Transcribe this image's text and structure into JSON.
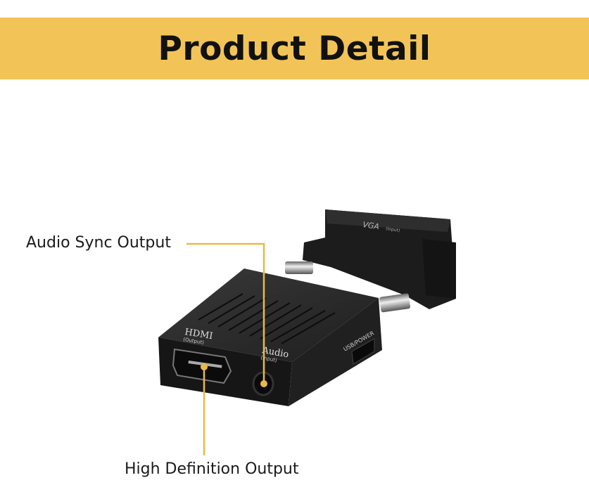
{
  "header": {
    "title": "Product Detail",
    "band_color": "#f2c458"
  },
  "callouts": [
    {
      "label": "Audio Sync Output",
      "target": "audio-jack"
    },
    {
      "label": "High Definition Output",
      "target": "hdmi-port"
    }
  ],
  "accent_color": "#e8b94a",
  "device_markings": {
    "vga": "VGA",
    "vga_sub": "(Input)",
    "hdmi": "HDMI",
    "hdmi_sub": "(Output)",
    "audio": "Audio",
    "audio_sub": "(Input)",
    "usb": "USB/POWER"
  }
}
